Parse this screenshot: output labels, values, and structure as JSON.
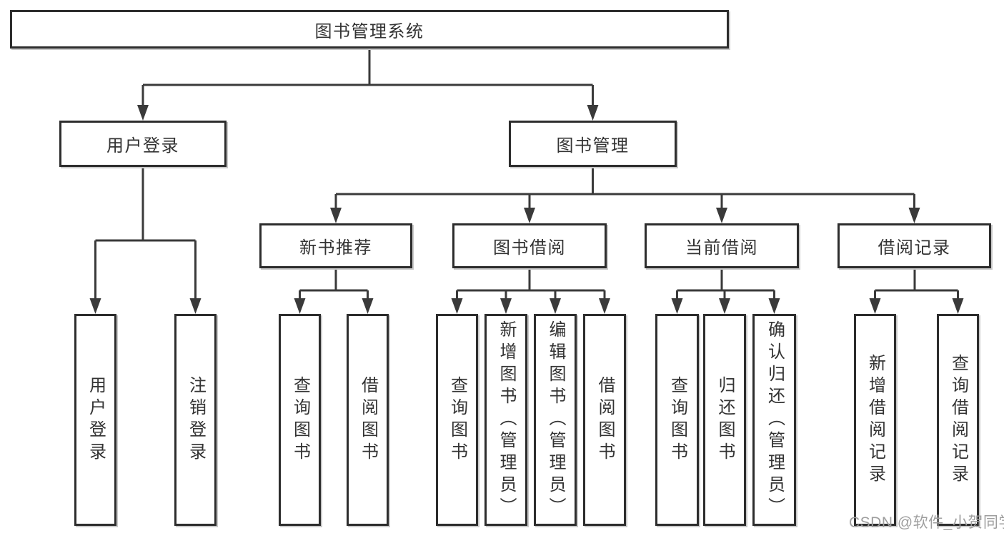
{
  "diagram": {
    "type": "hierarchy",
    "colors": {
      "background": "#ffffff",
      "box_border": "#2d2d2d",
      "box_fill": "#ffffff",
      "line": "#3a3a3a",
      "text": "#333333",
      "watermark": "#9e9e9e"
    },
    "nodes": {
      "root": {
        "label": "图书管理系统"
      },
      "level2": [
        {
          "label": "用户登录",
          "parent": "图书管理系统"
        },
        {
          "label": "图书管理",
          "parent": "图书管理系统"
        }
      ],
      "level3": [
        {
          "label": "新书推荐",
          "parent": "图书管理"
        },
        {
          "label": "图书借阅",
          "parent": "图书管理"
        },
        {
          "label": "当前借阅",
          "parent": "图书管理"
        },
        {
          "label": "借阅记录",
          "parent": "图书管理"
        }
      ],
      "leaves": [
        {
          "label": "用户登录",
          "parent": "用户登录"
        },
        {
          "label": "注销登录",
          "parent": "用户登录"
        },
        {
          "label": "查询图书",
          "parent": "新书推荐"
        },
        {
          "label": "借阅图书",
          "parent": "新书推荐"
        },
        {
          "label": "查询图书",
          "parent": "图书借阅"
        },
        {
          "label": "新增图书（管理员）",
          "parent": "图书借阅"
        },
        {
          "label": "编辑图书（管理员）",
          "parent": "图书借阅"
        },
        {
          "label": "借阅图书",
          "parent": "图书借阅"
        },
        {
          "label": "查询图书",
          "parent": "当前借阅"
        },
        {
          "label": "归还图书",
          "parent": "当前借阅"
        },
        {
          "label": "确认归还（管理员）",
          "parent": "当前借阅"
        },
        {
          "label": "新增借阅记录",
          "parent": "借阅记录"
        },
        {
          "label": "查询借阅记录",
          "parent": "借阅记录"
        }
      ]
    },
    "watermark": {
      "text": "CSDN @软件_小贺同学"
    }
  }
}
